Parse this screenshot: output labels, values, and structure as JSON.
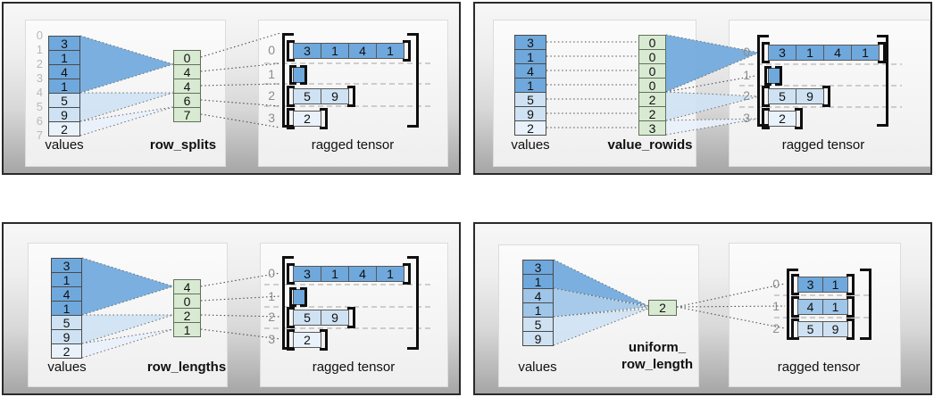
{
  "colors": {
    "dark": "#6fa8dc",
    "medium": "#9fc5e8",
    "light": "#cfe2f3",
    "lightest": "#e9f1fb",
    "green": "#d9ead3"
  },
  "panels": [
    {
      "id": "row-splits",
      "values_label": "values",
      "method_lines": [
        "row_splits"
      ],
      "tensor_label": "ragged tensor",
      "value_index_labels": [
        "0",
        "1",
        "2",
        "3",
        "4",
        "5",
        "6",
        "7"
      ],
      "values": [
        [
          "3",
          "dark"
        ],
        [
          "1",
          "dark"
        ],
        [
          "4",
          "dark"
        ],
        [
          "1",
          "dark"
        ],
        [
          "5",
          "light"
        ],
        [
          "9",
          "light"
        ],
        [
          "2",
          "lightest"
        ]
      ],
      "encoding": [
        "0",
        "4",
        "4",
        "6",
        "7"
      ],
      "rows": [
        {
          "idx": "0",
          "cells": [
            [
              "3",
              "dark"
            ],
            [
              "1",
              "dark"
            ],
            [
              "4",
              "dark"
            ],
            [
              "1",
              "dark"
            ]
          ]
        },
        {
          "idx": "1",
          "cells": [],
          "empty": "dark"
        },
        {
          "idx": "2",
          "cells": [
            [
              "5",
              "light"
            ],
            [
              "9",
              "light"
            ]
          ]
        },
        {
          "idx": "3",
          "cells": [
            [
              "2",
              "lightest"
            ]
          ]
        }
      ]
    },
    {
      "id": "value-rowids",
      "values_label": "values",
      "method_lines": [
        "value_rowids"
      ],
      "tensor_label": "ragged tensor",
      "value_index_labels": [],
      "values": [
        [
          "3",
          "dark"
        ],
        [
          "1",
          "dark"
        ],
        [
          "4",
          "dark"
        ],
        [
          "1",
          "dark"
        ],
        [
          "5",
          "light"
        ],
        [
          "9",
          "light"
        ],
        [
          "2",
          "lightest"
        ]
      ],
      "encoding": [
        "0",
        "0",
        "0",
        "0",
        "2",
        "2",
        "3"
      ],
      "rows": [
        {
          "idx": "0",
          "cells": [
            [
              "3",
              "dark"
            ],
            [
              "1",
              "dark"
            ],
            [
              "4",
              "dark"
            ],
            [
              "1",
              "dark"
            ]
          ]
        },
        {
          "idx": "1",
          "cells": [],
          "empty": "dark"
        },
        {
          "idx": "2",
          "cells": [
            [
              "5",
              "light"
            ],
            [
              "9",
              "light"
            ]
          ]
        },
        {
          "idx": "3",
          "cells": [
            [
              "2",
              "lightest"
            ]
          ]
        }
      ]
    },
    {
      "id": "row-lengths",
      "values_label": "values",
      "method_lines": [
        "row_lengths"
      ],
      "tensor_label": "ragged tensor",
      "value_index_labels": [],
      "values": [
        [
          "3",
          "dark"
        ],
        [
          "1",
          "dark"
        ],
        [
          "4",
          "dark"
        ],
        [
          "1",
          "dark"
        ],
        [
          "5",
          "light"
        ],
        [
          "9",
          "light"
        ],
        [
          "2",
          "lightest"
        ]
      ],
      "encoding": [
        "4",
        "0",
        "2",
        "1"
      ],
      "rows": [
        {
          "idx": "0",
          "cells": [
            [
              "3",
              "dark"
            ],
            [
              "1",
              "dark"
            ],
            [
              "4",
              "dark"
            ],
            [
              "1",
              "dark"
            ]
          ]
        },
        {
          "idx": "1",
          "cells": [],
          "empty": "dark"
        },
        {
          "idx": "2",
          "cells": [
            [
              "5",
              "light"
            ],
            [
              "9",
              "light"
            ]
          ]
        },
        {
          "idx": "3",
          "cells": [
            [
              "2",
              "lightest"
            ]
          ]
        }
      ]
    },
    {
      "id": "uniform-row-length",
      "values_label": "values",
      "method_lines": [
        "uniform_",
        "row_length"
      ],
      "tensor_label": "ragged tensor",
      "value_index_labels": [],
      "values": [
        [
          "3",
          "dark"
        ],
        [
          "1",
          "dark"
        ],
        [
          "4",
          "medium"
        ],
        [
          "1",
          "medium"
        ],
        [
          "5",
          "light"
        ],
        [
          "9",
          "light"
        ]
      ],
      "encoding": [
        "2"
      ],
      "rows": [
        {
          "idx": "0",
          "cells": [
            [
              "3",
              "dark"
            ],
            [
              "1",
              "dark"
            ]
          ]
        },
        {
          "idx": "1",
          "cells": [
            [
              "4",
              "medium"
            ],
            [
              "1",
              "medium"
            ]
          ]
        },
        {
          "idx": "2",
          "cells": [
            [
              "5",
              "light"
            ],
            [
              "9",
              "light"
            ]
          ]
        }
      ]
    }
  ]
}
